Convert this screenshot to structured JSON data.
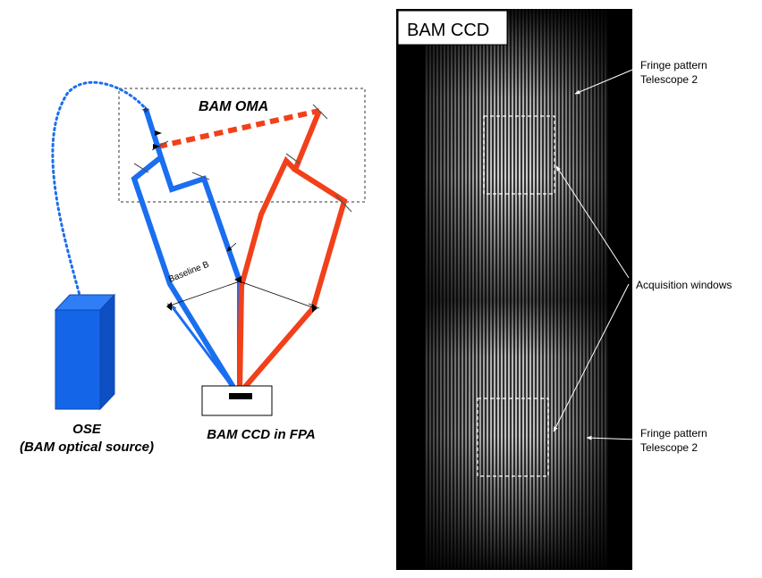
{
  "left_diagram": {
    "oma_label": "BAM OMA",
    "baseline_label": "Baseline B",
    "source_label_line1": "OSE",
    "source_label_line2": "(BAM optical source)",
    "ccd_label": "BAM CCD in FPA",
    "colors": {
      "telescope_1": "#1a6ef0",
      "telescope_2": "#f2401a",
      "source_box": "#1565e8"
    }
  },
  "right_panel": {
    "title": "BAM CCD",
    "annotations": [
      {
        "line1": "Fringe pattern",
        "line2": "Telescope 2"
      },
      {
        "line1": "Acquisition windows",
        "line2": ""
      },
      {
        "line1": "Fringe pattern",
        "line2": "Telescope 2"
      }
    ]
  }
}
